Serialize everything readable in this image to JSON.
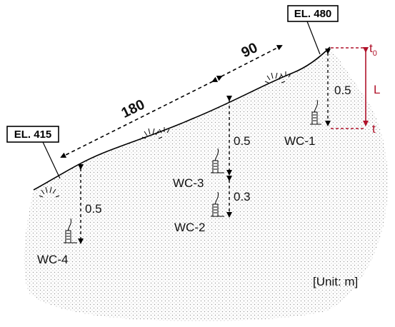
{
  "diagram": {
    "elevation_top": "EL. 480",
    "elevation_bottom": "EL. 415",
    "length_lower": "180",
    "length_upper": "90",
    "sensors": [
      {
        "id": "WC-1",
        "depth": "0.5"
      },
      {
        "id": "WC-2",
        "depth": "0.3"
      },
      {
        "id": "WC-3",
        "depth": "0.5"
      },
      {
        "id": "WC-4",
        "depth": "0.5"
      }
    ],
    "time_start": "t",
    "time_start_sub": "0",
    "time_end": "t",
    "length_symbol": "L",
    "unit_note": "[Unit: m]",
    "colors": {
      "ground_dots": "#9a9a9a",
      "line": "#000000",
      "accent_red": "#b0122a",
      "box_border": "#000000"
    }
  }
}
